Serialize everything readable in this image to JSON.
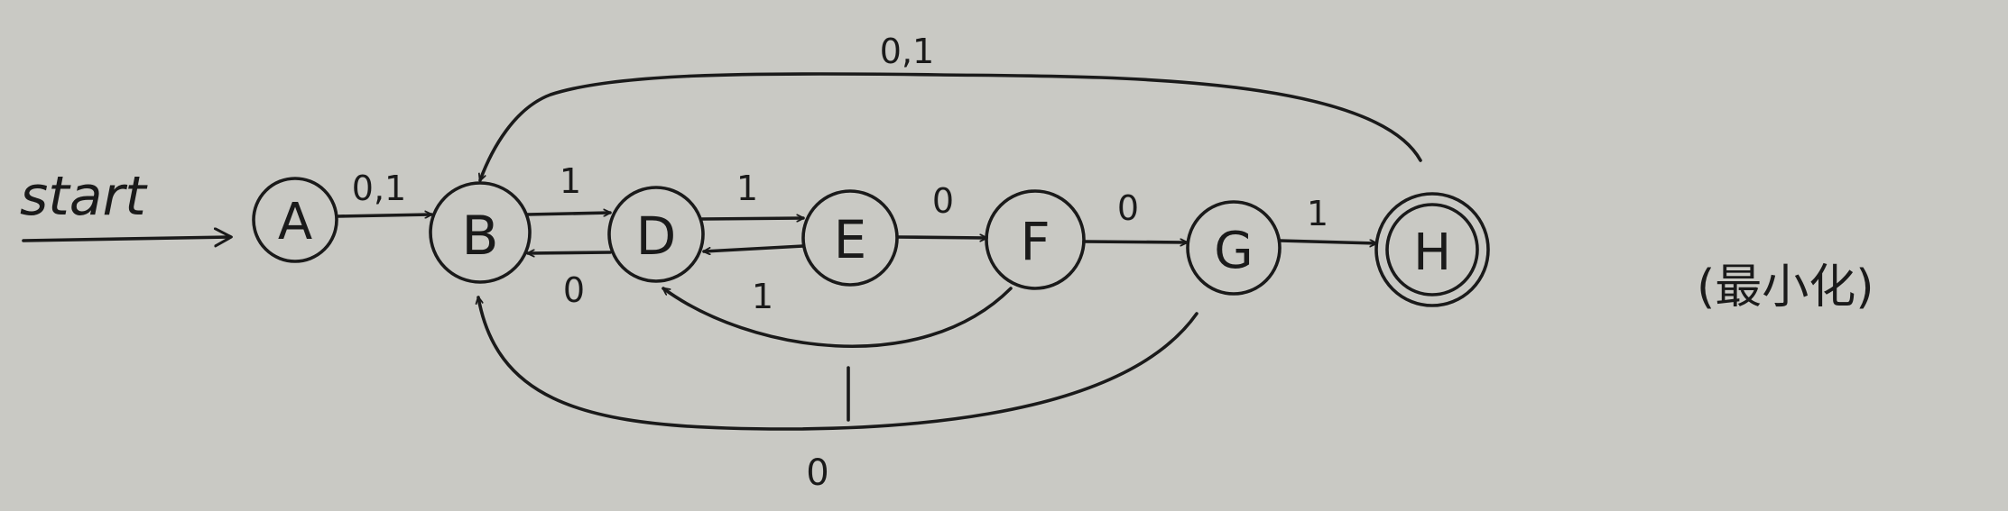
{
  "diagram": {
    "start_label": "start",
    "note": "(最小化)",
    "ink_color": "#1a1a1a",
    "paper_color": "#c9c9c4",
    "states": [
      {
        "id": "A",
        "label": "A",
        "accepting": false
      },
      {
        "id": "B",
        "label": "B",
        "accepting": false
      },
      {
        "id": "D",
        "label": "D",
        "accepting": false
      },
      {
        "id": "E",
        "label": "E",
        "accepting": false
      },
      {
        "id": "F",
        "label": "F",
        "accepting": false
      },
      {
        "id": "G",
        "label": "G",
        "accepting": false
      },
      {
        "id": "H",
        "label": "H",
        "accepting": true
      }
    ],
    "transitions": [
      {
        "from": "A",
        "to": "B",
        "label": "0,1"
      },
      {
        "from": "B",
        "to": "D",
        "label": "1"
      },
      {
        "from": "D",
        "to": "B",
        "label": "0"
      },
      {
        "from": "D",
        "to": "E",
        "label": "1"
      },
      {
        "from": "E",
        "to": "D",
        "label": "1"
      },
      {
        "from": "E",
        "to": "F",
        "label": "0"
      },
      {
        "from": "F",
        "to": "G",
        "label": "0"
      },
      {
        "from": "G",
        "to": "H",
        "label": "1"
      },
      {
        "from": "F",
        "to": "D",
        "label": ""
      },
      {
        "from": "G",
        "to": "B",
        "label": "0"
      },
      {
        "from": "H",
        "to": "B",
        "label": "0,1"
      }
    ]
  }
}
